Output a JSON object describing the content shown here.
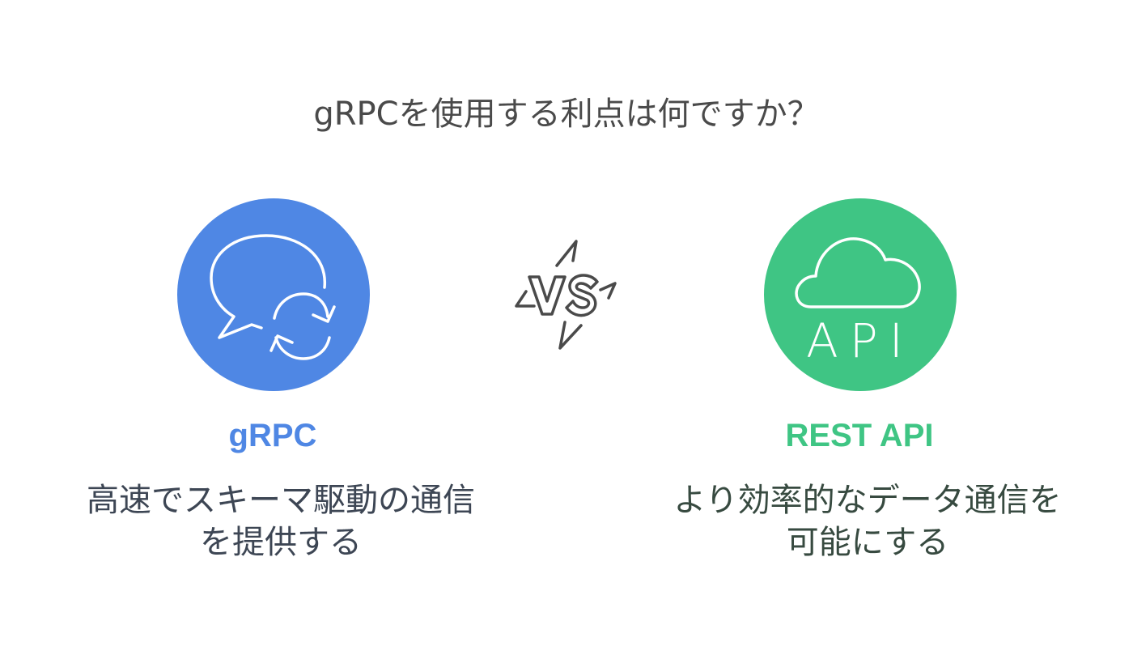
{
  "title": "gRPCを使用する利点は何ですか？",
  "colors": {
    "grpc": "#4f87e4",
    "rest": "#3fc584",
    "title_text": "#4a4a4a",
    "grpc_desc_text": "#3d4654",
    "rest_desc_text": "#374a40",
    "vs_icon": "#4a4a4a"
  },
  "left": {
    "icon": "chat-sync-icon",
    "heading": "gRPC",
    "description_line1": "高速でスキーマ駆動の通信",
    "description_line2": "を提供する"
  },
  "center": {
    "icon": "vs-icon"
  },
  "right": {
    "icon": "cloud-api-icon",
    "icon_text": "API",
    "heading": "REST API",
    "description_line1": "より効率的なデータ通信を",
    "description_line2": "可能にする"
  }
}
